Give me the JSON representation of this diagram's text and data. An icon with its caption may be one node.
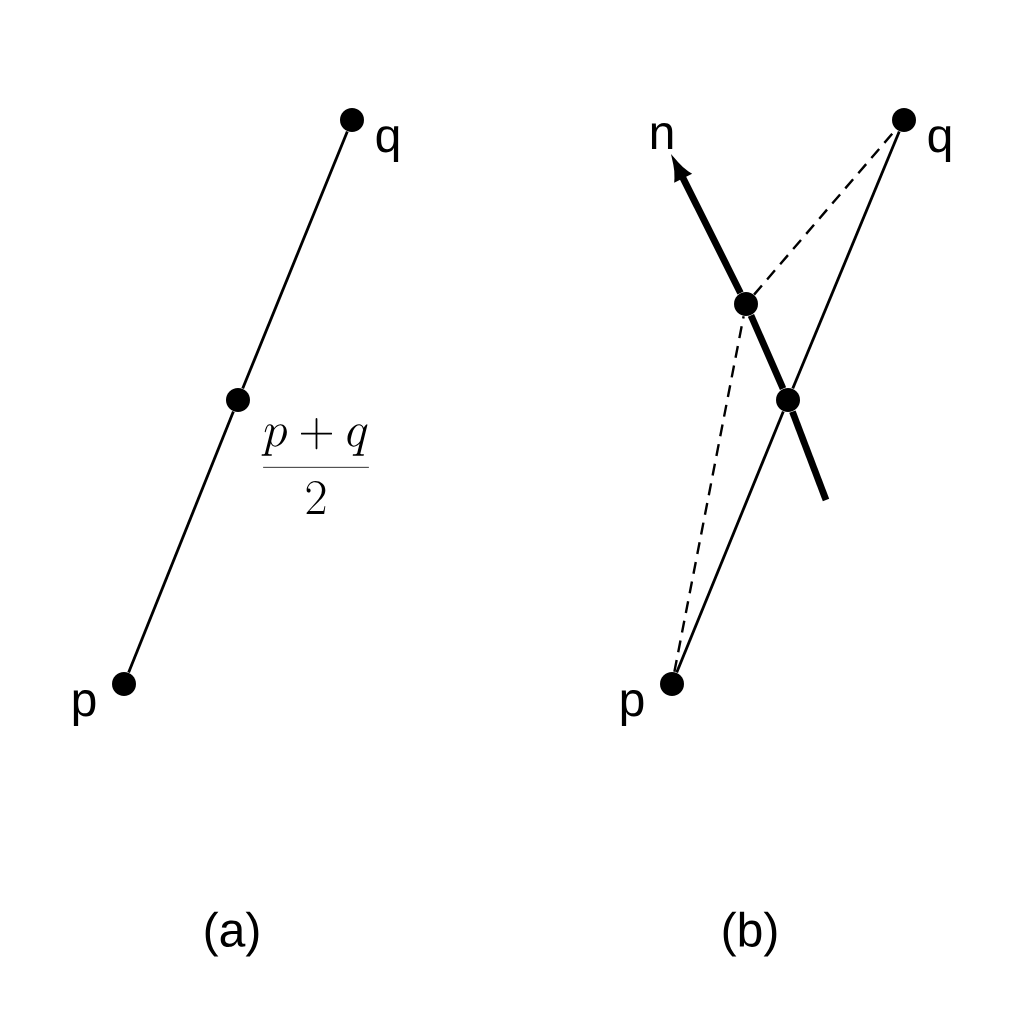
{
  "diagram": {
    "nodes": [
      {
        "text": [],
        "shape": "circle",
        "beside": [
          "p"
        ]
      },
      {
        "text": [],
        "shape": "circle",
        "beside": [
          "\\frac{p+q}{2}"
        ]
      },
      {
        "text": [],
        "shape": "circle",
        "beside": [
          "q"
        ]
      },
      {
        "text": [],
        "shape": "circle",
        "beside": [
          "p"
        ]
      },
      {
        "text": [],
        "shape": "circle"
      },
      {
        "text": [],
        "shape": "circle",
        "beside": [
          "q"
        ]
      },
      {
        "text": [],
        "shape": "circle"
      },
      {
        "text": [
          "n"
        ]
      }
    ],
    "edges": [
      {
        "from": 0,
        "to": 1,
        "arrow": "none"
      },
      {
        "from": 1,
        "to": 2,
        "arrow": "none"
      },
      {
        "from": 3,
        "to": 4,
        "arrow": "none"
      },
      {
        "from": 4,
        "to": 5,
        "arrow": "none"
      },
      {
        "from": 3,
        "to": 6,
        "arrow": "none",
        "style": "dashed"
      },
      {
        "from": 6,
        "to": 5,
        "arrow": "none",
        "style": "dashed"
      },
      {
        "from": null,
        "to": 4,
        "arrow": "none",
        "style": "thick"
      },
      {
        "from": 4,
        "to": 6,
        "arrow": "none",
        "style": "thick"
      },
      {
        "from": 6,
        "to": 7,
        "arrow": "to",
        "style": "thick"
      }
    ],
    "labels": [
      "(a)",
      "(b)"
    ]
  }
}
